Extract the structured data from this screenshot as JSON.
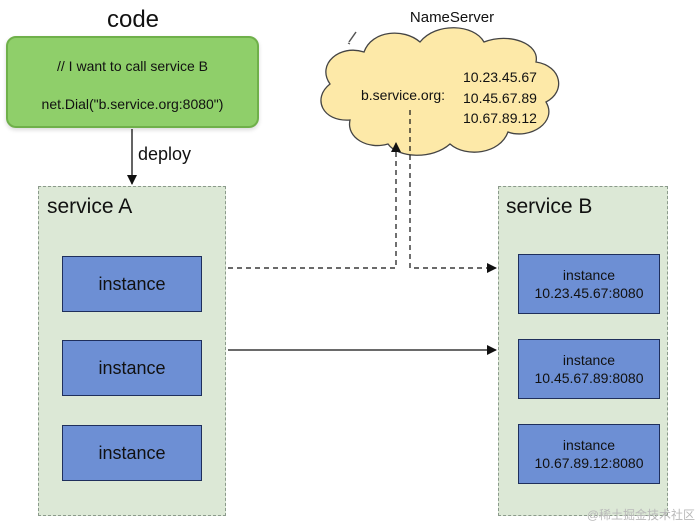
{
  "code_panel": {
    "title": "code",
    "line1": "// I want to call service B",
    "line2": "net.Dial(\"b.service.org:8080\")"
  },
  "deploy_label": "deploy",
  "nameserver": {
    "title": "NameServer",
    "host": "b.service.org:",
    "ips": [
      "10.23.45.67",
      "10.45.67.89",
      "10.67.89.12"
    ]
  },
  "service_a": {
    "title": "service A",
    "instances": [
      "instance",
      "instance",
      "instance"
    ]
  },
  "service_b": {
    "title": "service B",
    "instances": [
      {
        "label": "instance",
        "address": "10.23.45.67:8080"
      },
      {
        "label": "instance",
        "address": "10.45.67.89:8080"
      },
      {
        "label": "instance",
        "address": "10.67.89.12:8080"
      }
    ]
  },
  "watermark": "@稀土掘金技术社区",
  "colors": {
    "code_fill": "#8fcf6a",
    "cloud_fill": "#fde9a8",
    "service_fill": "#dce8d6",
    "instance_fill": "#6d8fd4"
  }
}
